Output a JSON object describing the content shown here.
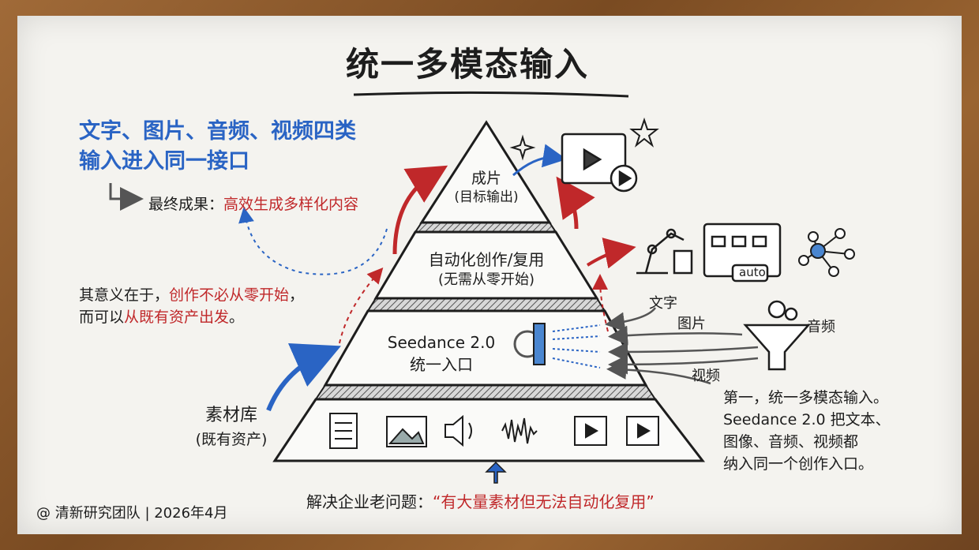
{
  "title": "统一多模态输入",
  "intro": {
    "line1": "文字、图片、音频、视频四类",
    "line2": "输入进入同一接口"
  },
  "result": {
    "label": "最终成果：",
    "value": "高效生成多样化内容"
  },
  "meaning": {
    "line1_prefix": "其意义在于，",
    "line1_red": "创作不必从零开始",
    "line1_suffix": "，",
    "line2_prefix": "而可以",
    "line2_red": "从既有资产出发",
    "line2_suffix": "。"
  },
  "pyramid": {
    "tier1": {
      "title": "成片",
      "sub": "(目标输出)"
    },
    "tier2": {
      "title": "自动化创作/复用",
      "sub": "(无需从零开始)"
    },
    "tier3": {
      "title": "Seedance 2.0",
      "sub": "统一入口"
    },
    "tier4": {
      "title": "素材库",
      "sub": "(既有资产)"
    }
  },
  "inputs": {
    "text": "文字",
    "image": "图片",
    "audio": "音频",
    "video": "视频"
  },
  "auto_label": "auto",
  "note": {
    "line1": "第一，统一多模态输入。",
    "line2": "Seedance 2.0 把文本、",
    "line3": "图像、音频、视频都",
    "line4": "纳入同一个创作入口。"
  },
  "problem": {
    "prefix": "解决企业老问题：",
    "quote": "“有大量素材但无法自动化复用”"
  },
  "footer": "@ 清新研究团队 | 2026年4月",
  "colors": {
    "blue": "#2a64c4",
    "red": "#c0282a",
    "ink": "#1d1d1d",
    "board": "#f4f3ef"
  }
}
